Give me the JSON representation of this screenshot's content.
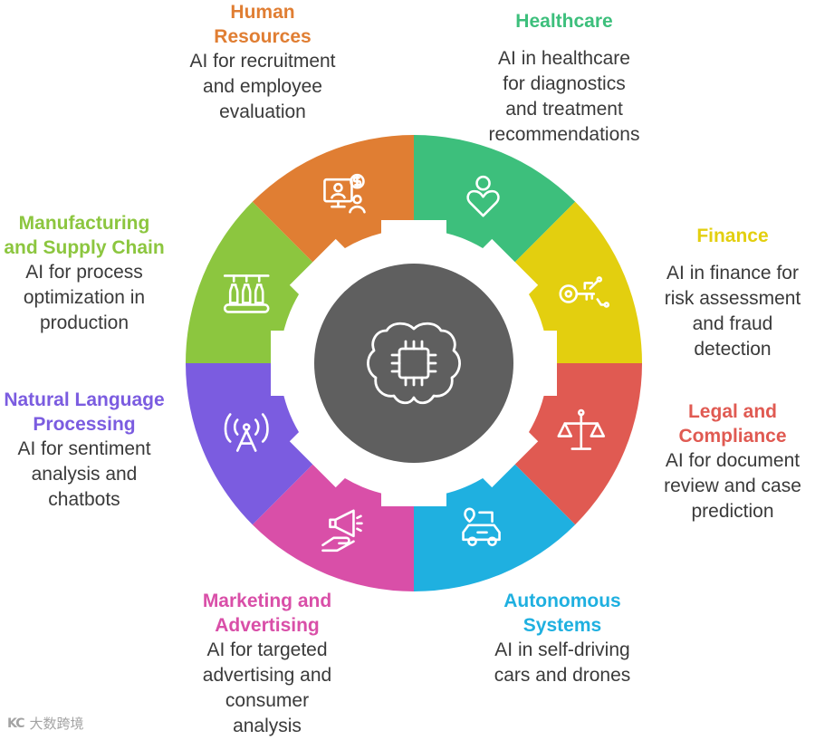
{
  "center": {
    "icon": "brain-chip-icon",
    "color": "#5f5f5f"
  },
  "segments": [
    {
      "key": "healthcare",
      "title": "Healthcare",
      "desc": "AI in healthcare\nfor diagnostics\nand treatment\nrecommendations",
      "color": "#3dbf7c",
      "icon": "person-heart-icon"
    },
    {
      "key": "finance",
      "title": "Finance",
      "desc": "AI in finance for\nrisk assessment\nand fraud\ndetection",
      "color": "#e3cf0f",
      "icon": "key-circuit-icon"
    },
    {
      "key": "legal",
      "title": "Legal and\nCompliance",
      "desc": "AI for document\nreview and case\nprediction",
      "color": "#e05a52",
      "icon": "scales-icon"
    },
    {
      "key": "autonomous",
      "title": "Autonomous\nSystems",
      "desc": "AI in self-driving\ncars and drones",
      "color": "#1fb0e0",
      "icon": "self-driving-car-icon"
    },
    {
      "key": "marketing",
      "title": "Marketing and\nAdvertising",
      "desc": "AI for targeted\nadvertising and\nconsumer\nanalysis",
      "color": "#d94fa8",
      "icon": "megaphone-hand-icon"
    },
    {
      "key": "nlp",
      "title": "Natural Language\nProcessing",
      "desc": "AI for sentiment\nanalysis and\nchatbots",
      "color": "#7b5ce0",
      "icon": "antenna-icon"
    },
    {
      "key": "manufacturing",
      "title": "Manufacturing\nand Supply Chain",
      "desc": "AI for process\noptimization in\nproduction",
      "color": "#8cc63f",
      "icon": "conveyor-bottles-icon"
    },
    {
      "key": "hr",
      "title": "Human\nResources",
      "desc": "AI for recruitment\nand employee\nevaluation",
      "color": "#e07e33",
      "icon": "recruitment-screen-icon"
    }
  ],
  "watermark": {
    "logo": "KC",
    "text": "大数跨境"
  }
}
